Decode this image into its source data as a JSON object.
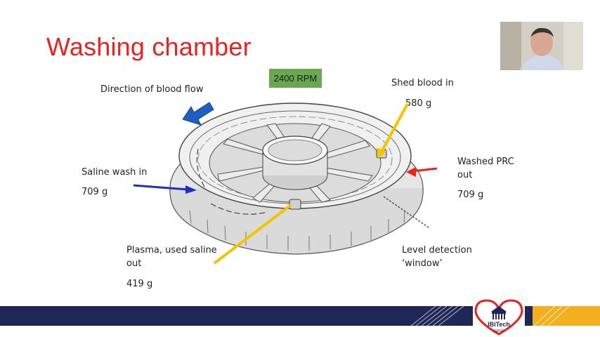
{
  "slide": {
    "title": "Washing chamber",
    "rpm_badge": "2400 RPM",
    "direction_label": "Direction of blood flow",
    "labels": {
      "shed_blood_in": "Shed blood in",
      "shed_blood_value": "580 g",
      "saline_wash_in": "Saline wash in",
      "saline_value": "709 g",
      "washed_prc_line1": "Washed PRC",
      "washed_prc_line2": "out",
      "washed_prc_value": "709 g",
      "plasma_line1": "Plasma, used saline",
      "plasma_line2": "out",
      "plasma_value": "419 g",
      "level_line1": "Level detection",
      "level_line2": "‘window’"
    },
    "logo_text_1": "IBiTech",
    "logo_text_2": "GENT"
  },
  "colors": {
    "title": "#e8231f",
    "rpm_bg": "#6aa84f",
    "arrow_blue": "#1f5fbf",
    "arrow_yellow": "#f4c400",
    "arrow_red": "#e8231f",
    "footer": "#1e2756",
    "accent_gold": "#f2b01e"
  },
  "icons": [
    "direction-arrow-icon",
    "webcam-presenter",
    "ibitech-logo"
  ]
}
